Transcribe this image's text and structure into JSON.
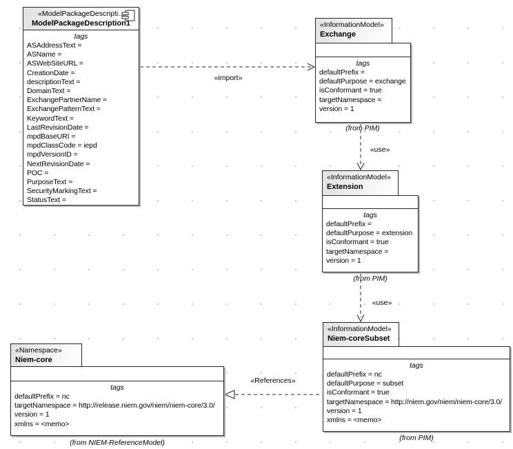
{
  "elements": {
    "mpd": {
      "stereotype": "«ModelPackageDescripti...",
      "name": "ModelPackageDescription1",
      "tags_title": "tags",
      "tags": [
        "ASAddressText =",
        "ASName =",
        "ASWebSiteURL =",
        "CreationDate =",
        "descriptionText =",
        "DomainText =",
        "ExchangePartnerName =",
        "ExchangePatternText =",
        "KeywordText =",
        "LastRevisionDate =",
        "mpdBaseURI =",
        "mpdClassCode = iepd",
        "mpdVersionID =",
        "NextRevisionDate =",
        "POC =",
        "PurposeText =",
        "SecurityMarkingText =",
        "StatusText ="
      ]
    },
    "exchange": {
      "stereotype": "«InformationModel»",
      "name": "Exchange",
      "tags_title": "tags",
      "tags": [
        "defaultPrefix =",
        "defaultPurpose = exchange",
        "isConformant = true",
        "targetNamespace =",
        "version = 1"
      ],
      "from_note": "(from PIM)"
    },
    "extension": {
      "stereotype": "«InformationModel»",
      "name": "Extension",
      "tags_title": "tags",
      "tags": [
        "defaultPrefix =",
        "defaultPurpose = extension",
        "isConformant = true",
        "targetNamespace =",
        "version = 1"
      ],
      "from_note": "(from PIM)"
    },
    "niem_core_subset": {
      "stereotype": "«InformationModel»",
      "name": "Niem-coreSubset",
      "tags_title": "tags",
      "tags": [
        "defaultPrefix = nc",
        "defaultPurpose = subset",
        "isConformant = true",
        "targetNamespace = http://niem.gov/niem/niem-core/3.0/",
        "version = 1",
        "xmlns = <memo>"
      ],
      "from_note": "(from PIM)"
    },
    "niem_core": {
      "stereotype": "«Namespace»",
      "name": "Niem-core",
      "tags_title": "tags",
      "tags": [
        "defaultPrefix = nc",
        "targetNamespace = http://release.niem.gov/niem/niem-core/3.0/",
        "version = 1",
        "xmlns = <memo>"
      ],
      "from_note": "(from NIEM-ReferenceModel)"
    }
  },
  "connectors": {
    "import": {
      "label": "«import»"
    },
    "use_exchange_extension": {
      "label": "«use»"
    },
    "use_extension_subset": {
      "label": "«use»"
    },
    "references": {
      "label": "«References»"
    }
  },
  "colors": {
    "border": "#262626",
    "shadow": "#b4b4b4",
    "grid_dot": "#c6c6c6"
  }
}
